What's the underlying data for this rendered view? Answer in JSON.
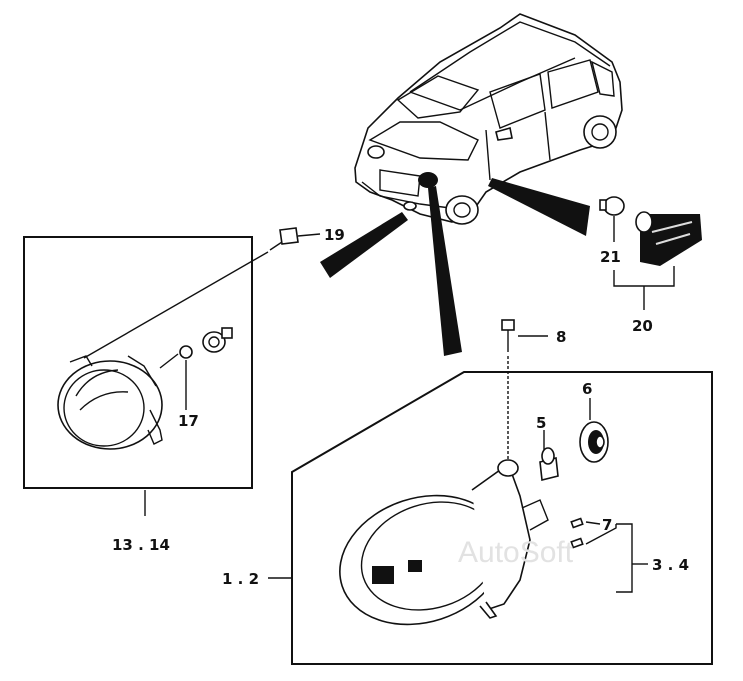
{
  "diagram": {
    "callouts": {
      "fog_bolt": "19",
      "fog_bulb": "17",
      "fog_assembly": "13 . 14",
      "side_bulb": "21",
      "side_lamp": "20",
      "head_bolt": "8",
      "head_socket_bulb": "5",
      "head_cap": "6",
      "head_small_bulbs": "7",
      "head_bulb_set": "3 . 4",
      "headlamp_assembly": "1 . 2"
    },
    "watermark": "AutoSoft"
  }
}
